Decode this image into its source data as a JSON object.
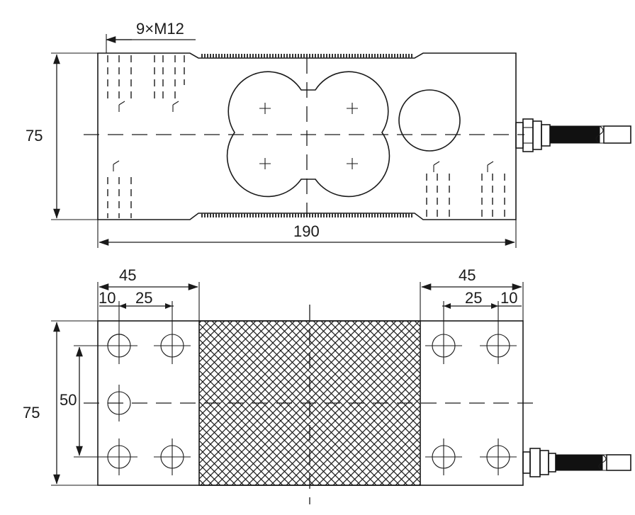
{
  "top_view": {
    "thread_label": "9×M12",
    "height_dim": "75",
    "length_dim": "190"
  },
  "bottom_view": {
    "left_outer_dim": "45",
    "left_edge_dim": "10",
    "left_pitch_dim": "25",
    "right_outer_dim": "45",
    "right_pitch_dim": "25",
    "right_edge_dim": "10",
    "hole_spacing_dim": "50",
    "height_dim": "75"
  },
  "colors": {
    "line": "#1a1a1a",
    "cable": "#111111",
    "background": "#ffffff"
  }
}
